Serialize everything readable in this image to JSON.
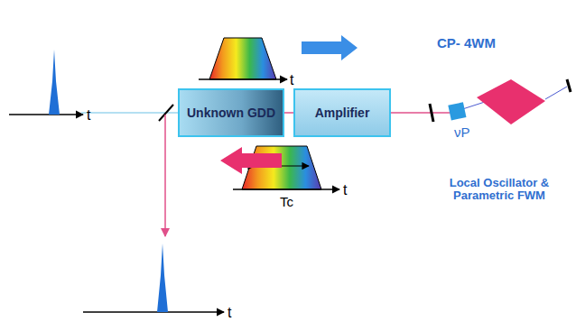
{
  "diagram": {
    "nodes": [
      {
        "text": [
          "Unknown GDD"
        ]
      },
      {
        "text": [
          "Amplifier"
        ]
      }
    ],
    "edges": [
      {
        "from": 0,
        "to": 1,
        "arrow": "none"
      }
    ],
    "labels": [
      "t",
      "t",
      "CP- 4WM",
      "νP",
      "Local Oscillator & Parametric FWM",
      "t",
      "Tc",
      "t"
    ]
  }
}
